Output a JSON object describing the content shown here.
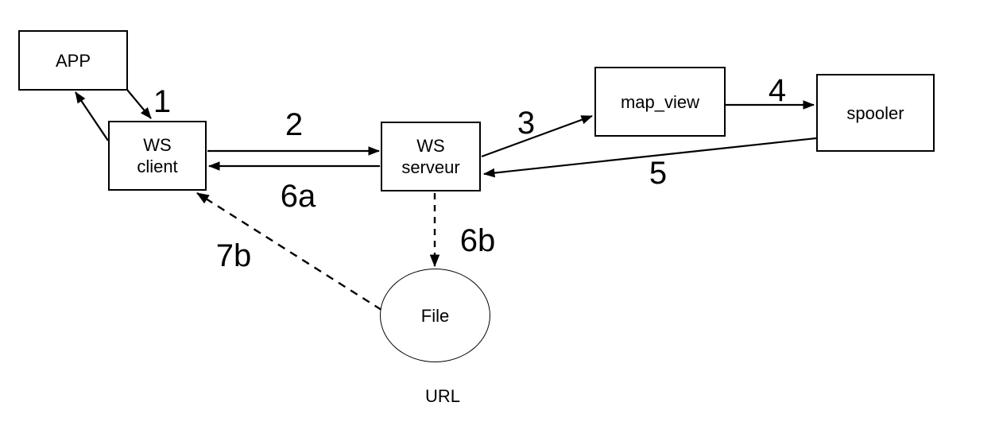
{
  "diagram": {
    "title": "",
    "colors": {
      "background": "#ffffff",
      "line": "#000000",
      "text": "#000000"
    },
    "nodes": {
      "app": {
        "label": "APP",
        "shape": "rectangle"
      },
      "ws_client": {
        "label": "WS\nclient",
        "shape": "rectangle"
      },
      "ws_serveur": {
        "label": "WS\nserveur",
        "shape": "rectangle"
      },
      "map_view": {
        "label": "map_view",
        "shape": "rectangle"
      },
      "spooler": {
        "label": "spooler",
        "shape": "rectangle"
      },
      "file": {
        "label": "File",
        "shape": "ellipse",
        "caption": "URL"
      }
    },
    "edges": {
      "e1": {
        "label": "1",
        "from": "APP",
        "to": "WS client",
        "style": "solid"
      },
      "eret": {
        "label": "",
        "from": "WS client",
        "to": "APP",
        "style": "solid"
      },
      "e2": {
        "label": "2",
        "from": "WS client",
        "to": "WS serveur",
        "style": "solid"
      },
      "e6a": {
        "label": "6a",
        "from": "WS serveur",
        "to": "WS client",
        "style": "solid"
      },
      "e3": {
        "label": "3",
        "from": "WS serveur",
        "to": "map_view",
        "style": "solid"
      },
      "e4": {
        "label": "4",
        "from": "map_view",
        "to": "spooler",
        "style": "solid"
      },
      "e5": {
        "label": "5",
        "from": "spooler",
        "to": "WS serveur",
        "style": "solid"
      },
      "e6b": {
        "label": "6b",
        "from": "WS serveur",
        "to": "File",
        "style": "dashed"
      },
      "e7b": {
        "label": "7b",
        "from": "File",
        "to": "WS client",
        "style": "dashed"
      }
    }
  }
}
